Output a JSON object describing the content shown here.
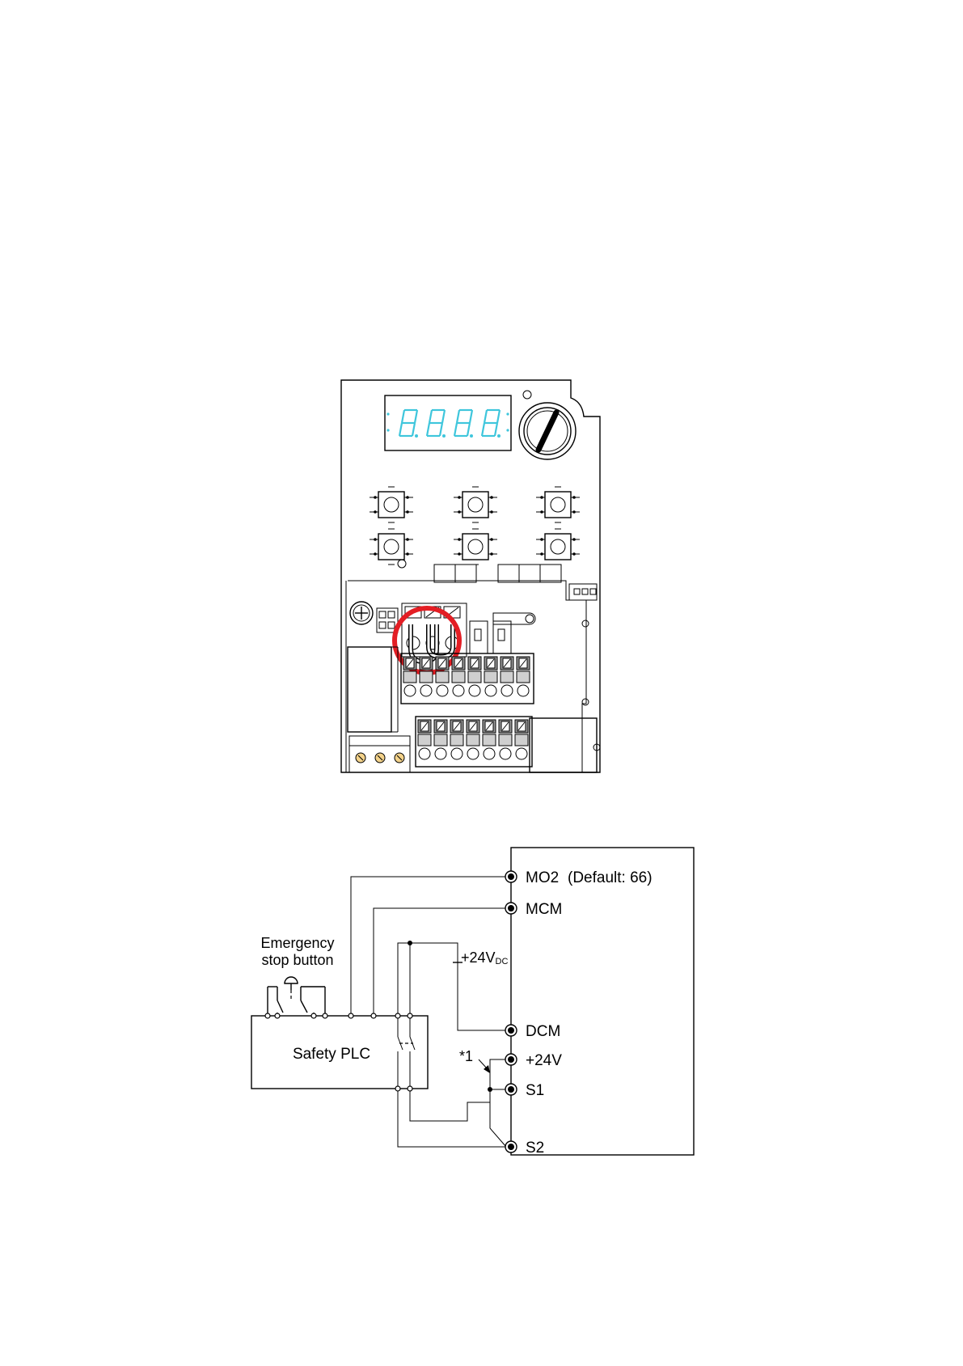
{
  "keypad_figure": {
    "display_digits": [
      "8.",
      "8.",
      "8.",
      "8."
    ],
    "display_color": "#3fc6dc",
    "highlight_color": "#e31e24",
    "highlight_target": "jumper between +24V and S1/S2 terminals"
  },
  "wiring_diagram": {
    "drive_terminals": [
      {
        "id": "mo2",
        "label": "MO2",
        "note": "(Default: 66)"
      },
      {
        "id": "mcm",
        "label": "MCM",
        "note": ""
      },
      {
        "id": "dcm",
        "label": "DCM",
        "note": ""
      },
      {
        "id": "p24v",
        "label": "+24V",
        "note": ""
      },
      {
        "id": "s1",
        "label": "S1",
        "note": ""
      },
      {
        "id": "s2",
        "label": "S2",
        "note": ""
      }
    ],
    "supply_label_main": "+24V",
    "supply_label_sub": "DC",
    "plc_label": "Safety PLC",
    "estop_label_line1": "Emergency",
    "estop_label_line2": "stop button",
    "footnote_marker": "*1"
  }
}
